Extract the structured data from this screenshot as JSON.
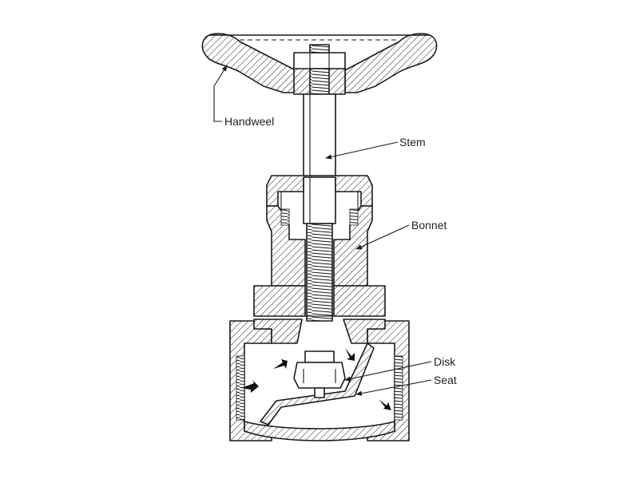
{
  "labels": {
    "handwheel": "Handweel",
    "stem": "Stem",
    "bonnet": "Bonnet",
    "disk": "Disk",
    "seat": "Seat"
  },
  "colors": {
    "background": "#ffffff",
    "line": "#1a1a1a",
    "arrow": "#111111"
  }
}
